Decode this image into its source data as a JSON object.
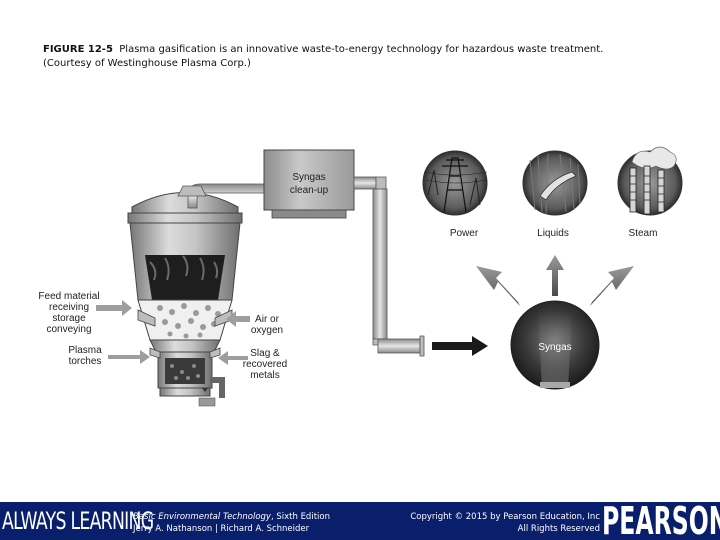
{
  "caption": {
    "figure_number": "FIGURE 12-5",
    "text": "Plasma gasification is an innovative waste-to-energy technology for hazardous waste treatment.",
    "credit": "(Courtesy of Westinghouse Plasma Corp.)"
  },
  "diagram": {
    "labels": {
      "syngas_cleanup_line1": "Syngas",
      "syngas_cleanup_line2": "clean-up",
      "power": "Power",
      "liquids": "Liquids",
      "steam": "Steam",
      "syngas": "Syngas",
      "feed_line1": "Feed material",
      "feed_line2": "receiving",
      "feed_line3": "storage",
      "feed_line4": "conveying",
      "torches_line1": "Plasma",
      "torches_line2": "torches",
      "air_line1": "Air or",
      "air_line2": "oxygen",
      "slag_line1": "Slag &",
      "slag_line2": "recovered",
      "slag_line3": "metals"
    }
  },
  "footer": {
    "brand": "ALWAYS LEARNING",
    "book_title": "Basic Environmental Technology",
    "edition": ", Sixth Edition",
    "authors": "Jerry A. Nathanson | Richard A. Schneider",
    "copyright": "Copyright © 2015 by Pearson Education, Inc",
    "rights": "All Rights Reserved",
    "logo": "PEARSON"
  }
}
